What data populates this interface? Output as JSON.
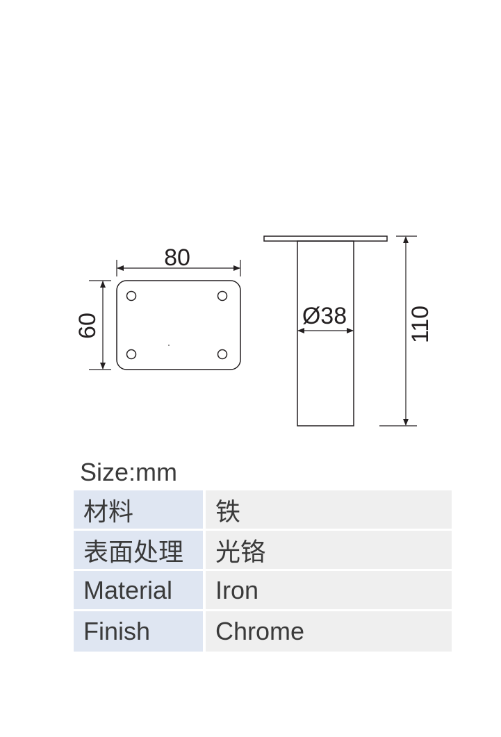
{
  "dimensions": {
    "plate_width": "80",
    "plate_height": "60",
    "tube_diameter": "Ø38",
    "leg_height": "110"
  },
  "size_label": "Size:mm",
  "specs": [
    {
      "key": "材料",
      "value": "铁"
    },
    {
      "key": "表面处理",
      "value": "光铬"
    },
    {
      "key": "Material",
      "value": "Iron"
    },
    {
      "key": "Finish",
      "value": "Chrome"
    }
  ],
  "colors": {
    "line": "#231f20",
    "key_cell": "#dfe6f2",
    "value_cell": "#efefef"
  }
}
